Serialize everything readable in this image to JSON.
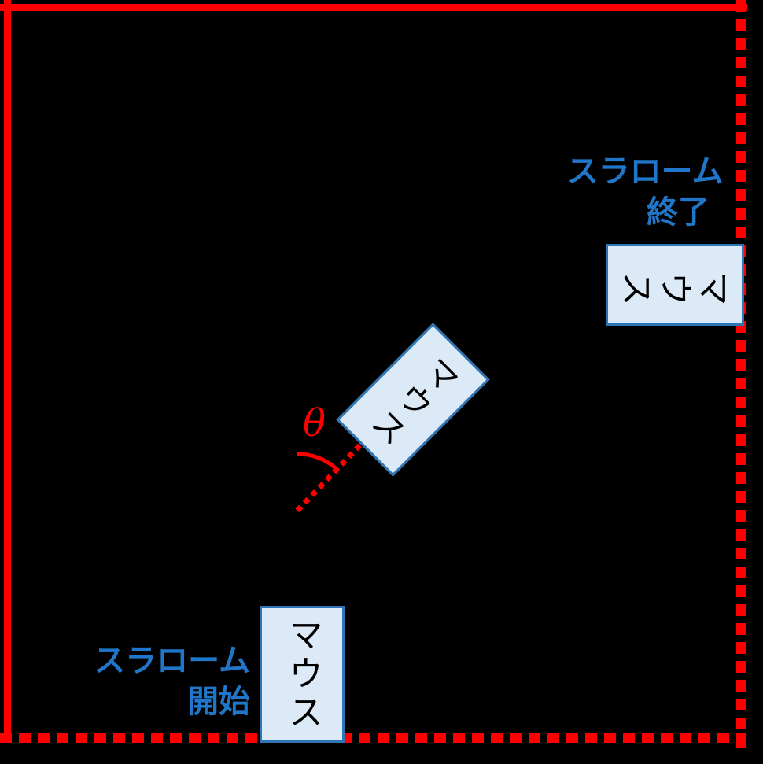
{
  "colors": {
    "background": "#000000",
    "boundary_red": "#FF0000",
    "label_blue": "#2076C8",
    "mouse_fill": "#DCE9F7",
    "mouse_border": "#2E75B6",
    "mouse_text": "#000000"
  },
  "labels": {
    "slalom_end_line1": "スラローム",
    "slalom_end_line2": "終了",
    "slalom_start_line1": "スラローム",
    "slalom_start_line2": "開始",
    "mouse": "マウス",
    "theta": "θ"
  }
}
